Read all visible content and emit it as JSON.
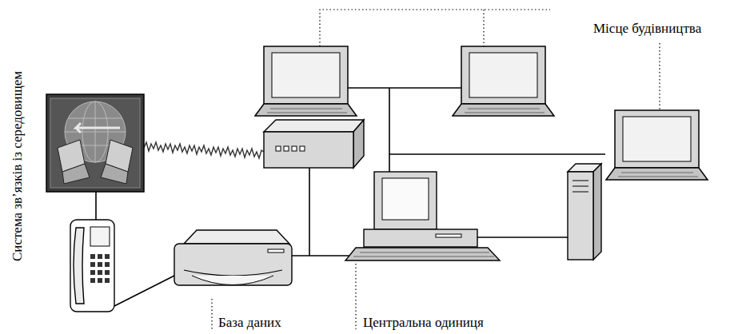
{
  "diagram": {
    "labels": [
      "Система зв’язків із середовищем",
      "Місце будівництва",
      "База даних",
      "Центральна одиниця"
    ]
  }
}
